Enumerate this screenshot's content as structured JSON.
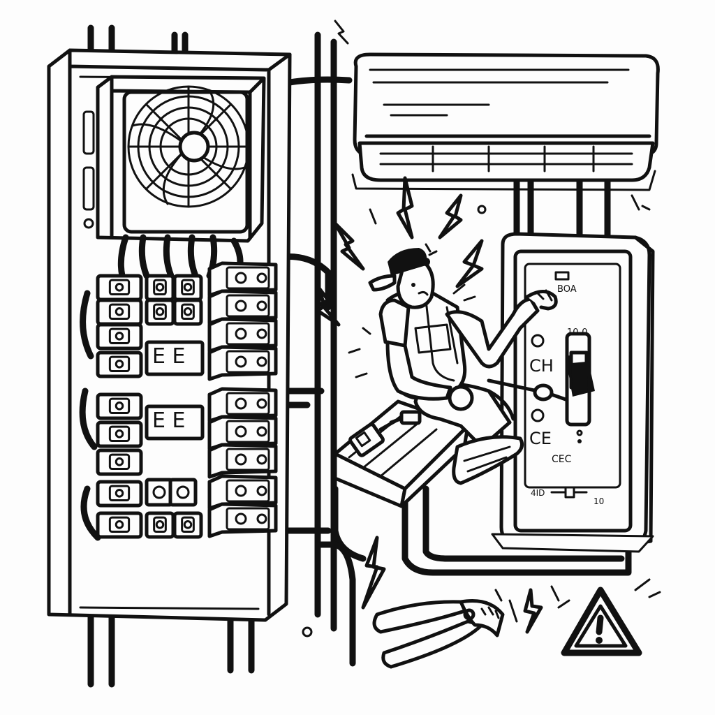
{
  "switch_box": {
    "top_label": "BOA",
    "rating_label": "10-0",
    "label_ch": "CH",
    "label_ce": "CE",
    "label_cec": "CEC",
    "bottom_code_left": "4ID",
    "bottom_code_right": "10"
  },
  "breaker_panel": {
    "label_1": "E E",
    "label_2": "E E"
  },
  "colors": {
    "ink": "#111111",
    "paper": "#fdfdfd"
  }
}
